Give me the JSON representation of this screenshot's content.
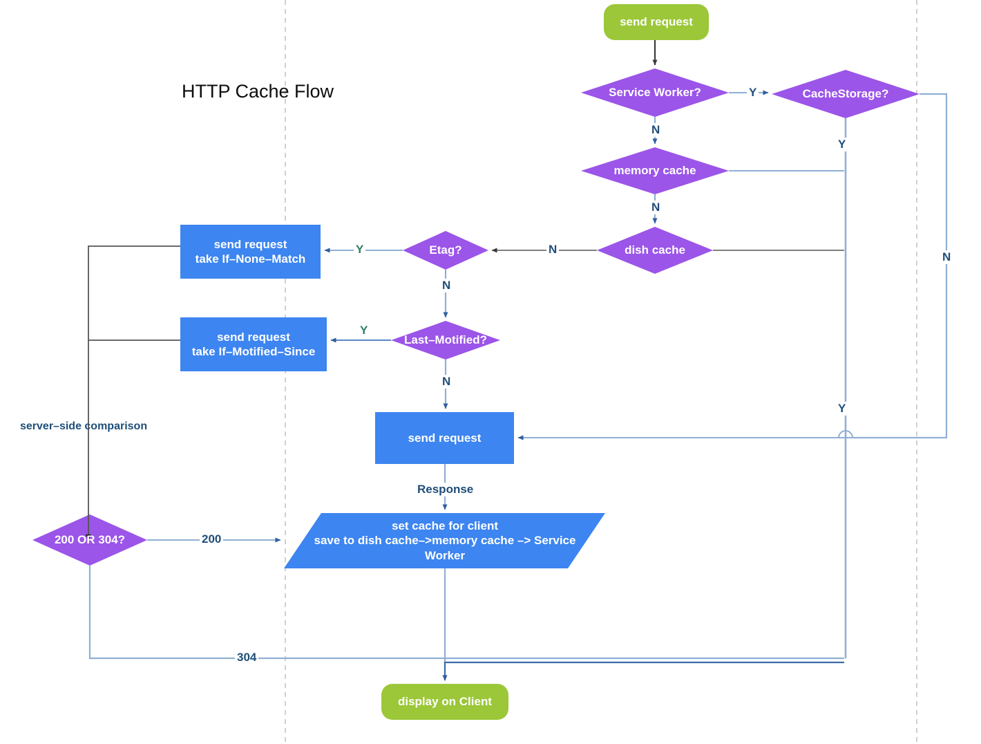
{
  "title": "HTTP Cache Flow",
  "colors": {
    "green": "#9BC738",
    "purple": "#9B55E8",
    "blue": "#3D85F0",
    "light_blue_line": "#8FAFD4",
    "dark_blue_line": "#3C6CA8",
    "gray_line": "#6E6E6E",
    "black_line": "#1a1a1a",
    "label_blue": "#1F4E79",
    "label_green": "#2E7D6B",
    "dashed_guide": "#BDBDBD"
  },
  "nodes": {
    "start": {
      "label": "send request",
      "shape": "rounded-terminator",
      "fill": "green"
    },
    "service_worker": {
      "label": "Service Worker?",
      "shape": "diamond",
      "fill": "purple"
    },
    "cache_storage": {
      "label": "CacheStorage?",
      "shape": "diamond",
      "fill": "purple"
    },
    "memory_cache": {
      "label": "memory cache",
      "shape": "diamond",
      "fill": "purple"
    },
    "dish_cache": {
      "label": "dish cache",
      "shape": "diamond",
      "fill": "purple"
    },
    "etag": {
      "label": "Etag?",
      "shape": "diamond",
      "fill": "purple"
    },
    "last_motified": {
      "label": "Last–Motified?",
      "shape": "diamond",
      "fill": "purple"
    },
    "send_if_none_match": {
      "label": "send request\ntake If–None–Match",
      "shape": "rect",
      "fill": "blue"
    },
    "send_if_motified_since": {
      "label": "send request\ntake If–Motified–Since",
      "shape": "rect",
      "fill": "blue"
    },
    "send_request_main": {
      "label": "send request",
      "shape": "rect",
      "fill": "blue"
    },
    "status_check": {
      "label": "200 OR 304?",
      "shape": "diamond",
      "fill": "purple"
    },
    "set_cache": {
      "label": "set cache for client\nsave to dish cache–>memory cache –> Service Worker",
      "shape": "parallelogram",
      "fill": "blue"
    },
    "display": {
      "label": "display on Client",
      "shape": "rounded-terminator",
      "fill": "green"
    }
  },
  "edge_labels": {
    "sw_yes": "Y",
    "sw_no": "N",
    "cs_yes": "Y",
    "cs_no": "N",
    "mem_no": "N",
    "dish_no": "N",
    "etag_yes": "Y",
    "etag_no": "N",
    "lm_yes": "Y",
    "lm_no": "N",
    "cache_hit_yes": "Y",
    "response": "Response",
    "status_200": "200",
    "status_304": "304"
  },
  "annotations": {
    "server_side": "server–side comparison"
  }
}
